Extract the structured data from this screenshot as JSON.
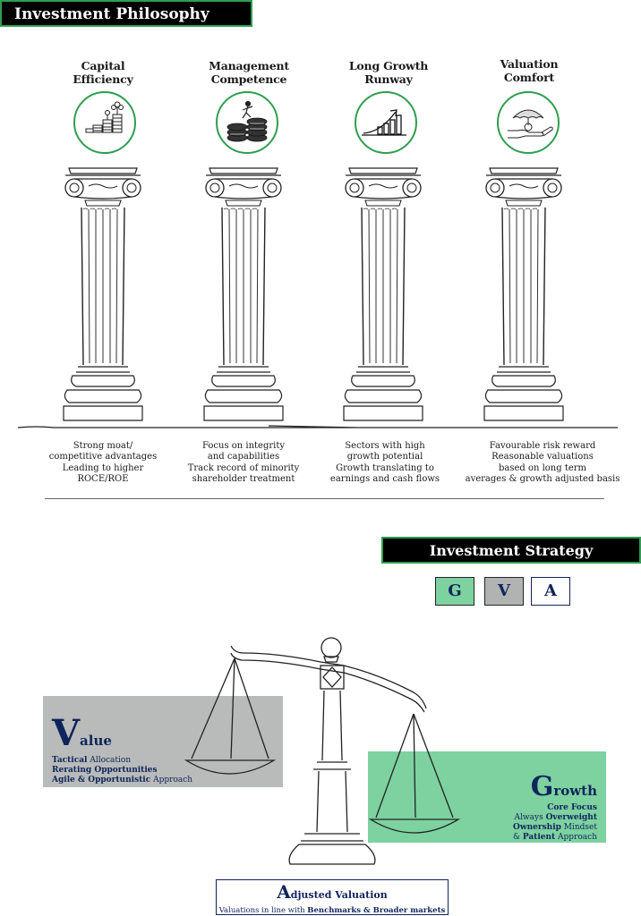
{
  "philosophy": {
    "header": "Investment Philosophy",
    "pillars": [
      {
        "title": [
          "Capital",
          "Efficiency"
        ],
        "icon": "coin-stacks-plant-icon",
        "desc": [
          "Strong moat/",
          "competitive advantages",
          "Leading to higher",
          "ROCE/ROE"
        ]
      },
      {
        "title": [
          "Management",
          "Competence"
        ],
        "icon": "coins-climber-icon",
        "desc": [
          "Focus on integrity",
          "and capabilities",
          "Track record of minority",
          "shareholder treatment"
        ]
      },
      {
        "title": [
          "Long Growth",
          "Runway"
        ],
        "icon": "growth-bars-arrow-icon",
        "desc": [
          "Sectors with high",
          "growth potential",
          "Growth translating to",
          "earnings and cash flows"
        ]
      },
      {
        "title": [
          "Valuation",
          "Comfort"
        ],
        "icon": "hand-umbrella-coin-icon",
        "desc": [
          "Favourable risk reward",
          "Reasonable valuations",
          "based on long term",
          "averages & growth adjusted basis"
        ]
      }
    ]
  },
  "strategy": {
    "header": "Investment Strategy",
    "gva": [
      "G",
      "V",
      "A"
    ],
    "value": {
      "letter": "V",
      "rest": "alue",
      "lines": [
        {
          "bold": "Tactical",
          "normal": " Allocation"
        },
        {
          "bold": "R",
          "normal": "erating ",
          "bold2": "O",
          "normal2": "pportunities"
        },
        {
          "bold": "Agile & Opportunistic",
          "normal": " Approach"
        }
      ]
    },
    "growth": {
      "letter": "G",
      "rest": "rowth",
      "lines": [
        {
          "pre": "",
          "bold": "Core Focus",
          "post": ""
        },
        {
          "pre": "Always ",
          "bold": "Overweight",
          "post": ""
        },
        {
          "pre": "",
          "bold": "Ownership",
          "post": " Mindset"
        },
        {
          "pre": "& ",
          "bold": "Patient",
          "post": " Approach"
        }
      ]
    },
    "adjusted": {
      "letter": "A",
      "rest": "djusted Valuation",
      "sub_pre": "Valuations in line with ",
      "sub_bold": "Benchmarks & Broader markets"
    }
  },
  "colors": {
    "accent_green": "#2e9e4f",
    "growth_panel": "#7dd2a0",
    "value_panel": "#b8bbb9",
    "navy": "#10245c"
  }
}
